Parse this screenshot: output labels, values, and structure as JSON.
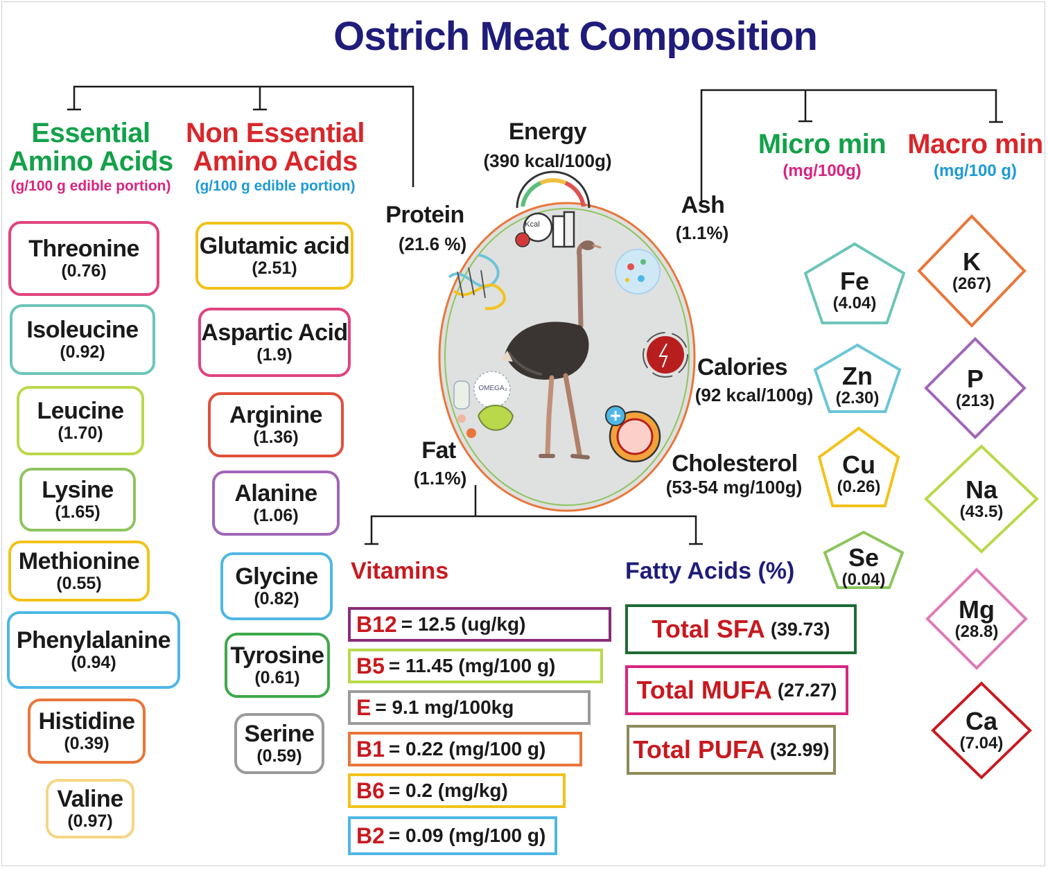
{
  "title": "Ostrich Meat Composition",
  "essential": {
    "title_line1": "Essential",
    "title_line2": "Amino Acids",
    "subtitle": "(g/100 g edible portion)",
    "color": "#13a14a",
    "subtitle_color": "#d9247f",
    "items": [
      {
        "name": "Threonine",
        "value": "(0.76)",
        "color": "#e0437f"
      },
      {
        "name": "Isoleucine",
        "value": "(0.92)",
        "color": "#6cc5b8"
      },
      {
        "name": "Leucine",
        "value": "(1.70)",
        "color": "#b9d94a"
      },
      {
        "name": "Lysine",
        "value": "(1.65)",
        "color": "#8dc55e"
      },
      {
        "name": "Methionine",
        "value": "(0.55)",
        "color": "#f2c21a"
      },
      {
        "name": "Phenylalanine",
        "value": "(0.94)",
        "color": "#4eb7e5"
      },
      {
        "name": "Histidine",
        "value": "(0.39)",
        "color": "#e8763a"
      },
      {
        "name": "Valine",
        "value": "(0.97)",
        "color": "#f5d684"
      }
    ]
  },
  "nonessential": {
    "title_line1": "Non Essential",
    "title_line2": "Amino Acids",
    "subtitle": "(g/100 g edible portion)",
    "color": "#d8272b",
    "subtitle_color": "#1d9ad6",
    "items": [
      {
        "name": "Glutamic acid",
        "value": "(2.51)",
        "color": "#f2c21a"
      },
      {
        "name": "Aspartic Acid",
        "value": "(1.9)",
        "color": "#e0437f"
      },
      {
        "name": "Arginine",
        "value": "(1.36)",
        "color": "#e0503a"
      },
      {
        "name": "Alanine",
        "value": "(1.06)",
        "color": "#a066b8"
      },
      {
        "name": "Glycine",
        "value": "(0.82)",
        "color": "#4eb7e5"
      },
      {
        "name": "Tyrosine",
        "value": "(0.61)",
        "color": "#3fa84a"
      },
      {
        "name": "Serine",
        "value": "(0.59)",
        "color": "#9a9a9a"
      }
    ]
  },
  "center": {
    "energy_label": "Energy",
    "energy_value": "(390 kcal/100g)",
    "protein_label": "Protein",
    "protein_value": "(21.6 %)",
    "fat_label": "Fat",
    "fat_value": "(1.1%)",
    "ash_label": "Ash",
    "ash_value": "(1.1%)",
    "calories_label": "Calories",
    "calories_value": "(92 kcal/100g)",
    "cholesterol_label": "Cholesterol",
    "cholesterol_value": "(53-54 mg/100g)",
    "kcal_icon_text": "Kcal",
    "omega_icon_text": "OMEGA₃",
    "ellipse_color": "#e8763a",
    "ellipse_fill": "#dfe0e0"
  },
  "vitamins": {
    "title": "Vitamins",
    "color": "#c8191f",
    "items": [
      {
        "key": "B12",
        "value": "= 12.5 (ug/kg)",
        "color": "#8a2c7a"
      },
      {
        "key": "B5",
        "value": "= 11.45 (mg/100 g)",
        "color": "#b9d94a"
      },
      {
        "key": "E",
        "value": "= 9.1  mg/100kg",
        "color": "#9a9a9a"
      },
      {
        "key": "B1",
        "value": "= 0.22 (mg/100 g)",
        "color": "#e8763a"
      },
      {
        "key": "B6",
        "value": "= 0.2 (mg/kg)",
        "color": "#f2c21a"
      },
      {
        "key": "B2",
        "value": "= 0.09 (mg/100 g)",
        "color": "#4eb7e5"
      }
    ]
  },
  "fatty_acids": {
    "title": "Fatty Acids (%)",
    "color": "#1f1c7a",
    "items": [
      {
        "key": "Total SFA",
        "value": "(39.73)",
        "color": "#1d6b34"
      },
      {
        "key": "Total MUFA",
        "value": "(27.27)",
        "color": "#d9247f"
      },
      {
        "key": "Total PUFA",
        "value": "(32.99)",
        "color": "#8e8a5a"
      }
    ]
  },
  "micro": {
    "title": "Micro min",
    "subtitle": "(mg/100g)",
    "color": "#13a14a",
    "subtitle_color": "#d9247f",
    "items": [
      {
        "name": "Fe",
        "value": "(4.04)",
        "color": "#6cc5b8"
      },
      {
        "name": "Zn",
        "value": "(2.30)",
        "color": "#6cc5d8"
      },
      {
        "name": "Cu",
        "value": "(0.26)",
        "color": "#f2c21a"
      },
      {
        "name": "Se",
        "value": "(0.04)",
        "color": "#8dc55e"
      }
    ]
  },
  "macro": {
    "title": "Macro min",
    "subtitle": "(mg/100 g)",
    "color": "#d8272b",
    "subtitle_color": "#1d9ad6",
    "items": [
      {
        "name": "K",
        "value": "(267)",
        "color": "#e8763a"
      },
      {
        "name": "P",
        "value": "(213)",
        "color": "#a066b8"
      },
      {
        "name": "Na",
        "value": "(43.5)",
        "color": "#b9d94a"
      },
      {
        "name": "Mg",
        "value": "(28.8)",
        "color": "#e07ab8"
      },
      {
        "name": "Ca",
        "value": "(7.04)",
        "color": "#c8191f"
      }
    ]
  }
}
